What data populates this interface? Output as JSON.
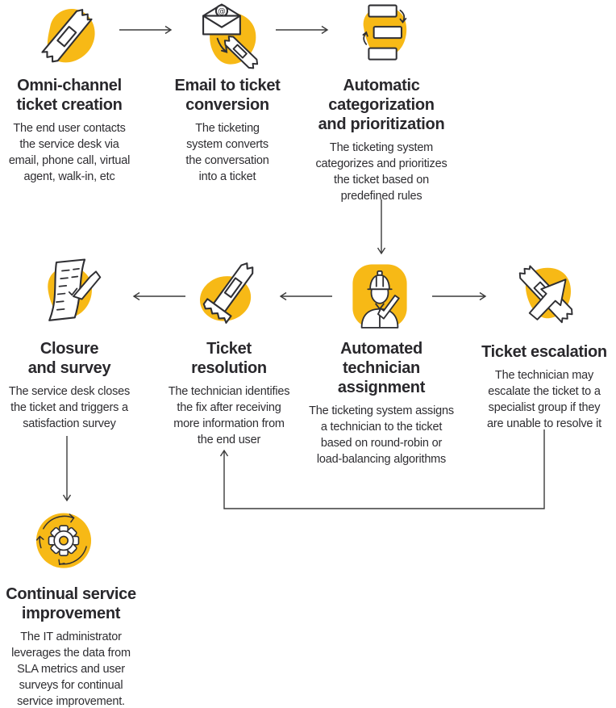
{
  "diagram": {
    "name": "IT ticketing workflow",
    "colors": {
      "accent_yellow": "#F7B916",
      "title_text": "#29282C",
      "body_text": "#2E2D31",
      "arrow": "#3B3B3B",
      "background": "#FFFFFF"
    },
    "steps": [
      {
        "key": "omni-channel-ticket-creation",
        "icon": "ticket-icon",
        "title": [
          "Omni-channel",
          "ticket creation"
        ],
        "description": [
          "The end user contacts",
          "the service desk via",
          "email, phone call, virtual",
          "agent, walk-in, etc"
        ]
      },
      {
        "key": "email-to-ticket-conversion",
        "icon": "email-to-ticket-icon",
        "title": [
          "Email to ticket",
          "conversion"
        ],
        "description": [
          "The ticketing",
          "system converts",
          "the conversation",
          "into a ticket"
        ]
      },
      {
        "key": "automatic-categorization-and-prioritization",
        "icon": "categorization-sort-icon",
        "title": [
          "Automatic",
          "categorization",
          "and prioritization"
        ],
        "description": [
          "The ticketing system",
          "categorizes and prioritizes",
          "the ticket based on",
          "predefined rules"
        ]
      },
      {
        "key": "automated-technician-assignment",
        "icon": "technician-icon",
        "title": [
          "Automated",
          "technician",
          "assignment"
        ],
        "description": [
          "The ticketing system assigns",
          "a technician to the ticket",
          "based on round-robin or",
          "load-balancing algorithms"
        ]
      },
      {
        "key": "ticket-escalation",
        "icon": "ticket-escalation-icon",
        "title": [
          "Ticket escalation"
        ],
        "description": [
          "The technician may",
          "escalate the ticket to a",
          "specialist group if they",
          "are unable to resolve it"
        ]
      },
      {
        "key": "ticket-resolution",
        "icon": "ticket-resolution-icon",
        "title": [
          "Ticket",
          "resolution"
        ],
        "description": [
          "The technician identifies",
          "the fix after receiving",
          "more information from",
          "the end user"
        ]
      },
      {
        "key": "closure-and-survey",
        "icon": "survey-checklist-icon",
        "title": [
          "Closure",
          "and survey"
        ],
        "description": [
          "The service desk closes",
          "the ticket and triggers a",
          "satisfaction survey"
        ]
      },
      {
        "key": "continual-service-improvement",
        "icon": "gear-cycle-icon",
        "title": [
          "Continual service",
          "improvement"
        ],
        "description": [
          "The IT administrator",
          "leverages the data from",
          "SLA metrics and user",
          "surveys for continual",
          "service improvement."
        ]
      }
    ]
  }
}
